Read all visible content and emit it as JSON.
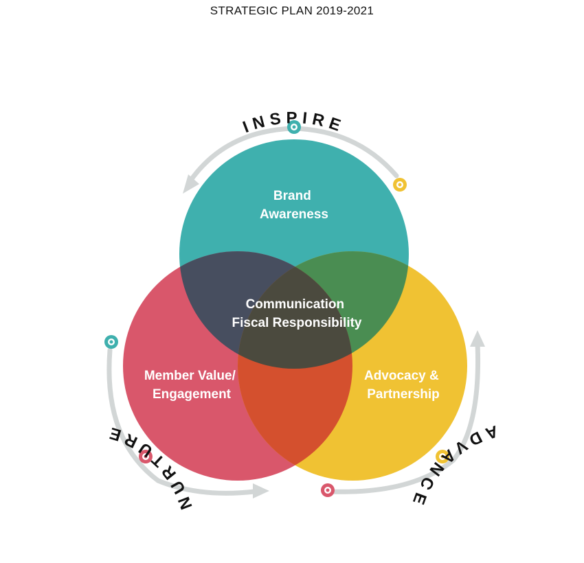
{
  "title": "STRATEGIC PLAN 2019-2021",
  "circles": {
    "top": {
      "line1": "Brand",
      "line2": "Awareness",
      "color": "#3fb0ae"
    },
    "left": {
      "line1": "Member Value/",
      "line2": "Engagement",
      "color": "#d9576b"
    },
    "right": {
      "line1": "Advocacy &",
      "line2": "Partnership",
      "color": "#f0c233"
    }
  },
  "center": {
    "line1": "Communication",
    "line2": "Fiscal Responsibility"
  },
  "overlap_colors": {
    "top_left": "#474e5f",
    "top_right": "#4a8d52",
    "left_right": "#d4502e",
    "center": "#4b4a3e"
  },
  "cycle_words": {
    "inspire": "INSPIRE",
    "nurture": "NURTURE",
    "advance": "ADVANCE"
  },
  "arrow_color": "#d2d6d6"
}
